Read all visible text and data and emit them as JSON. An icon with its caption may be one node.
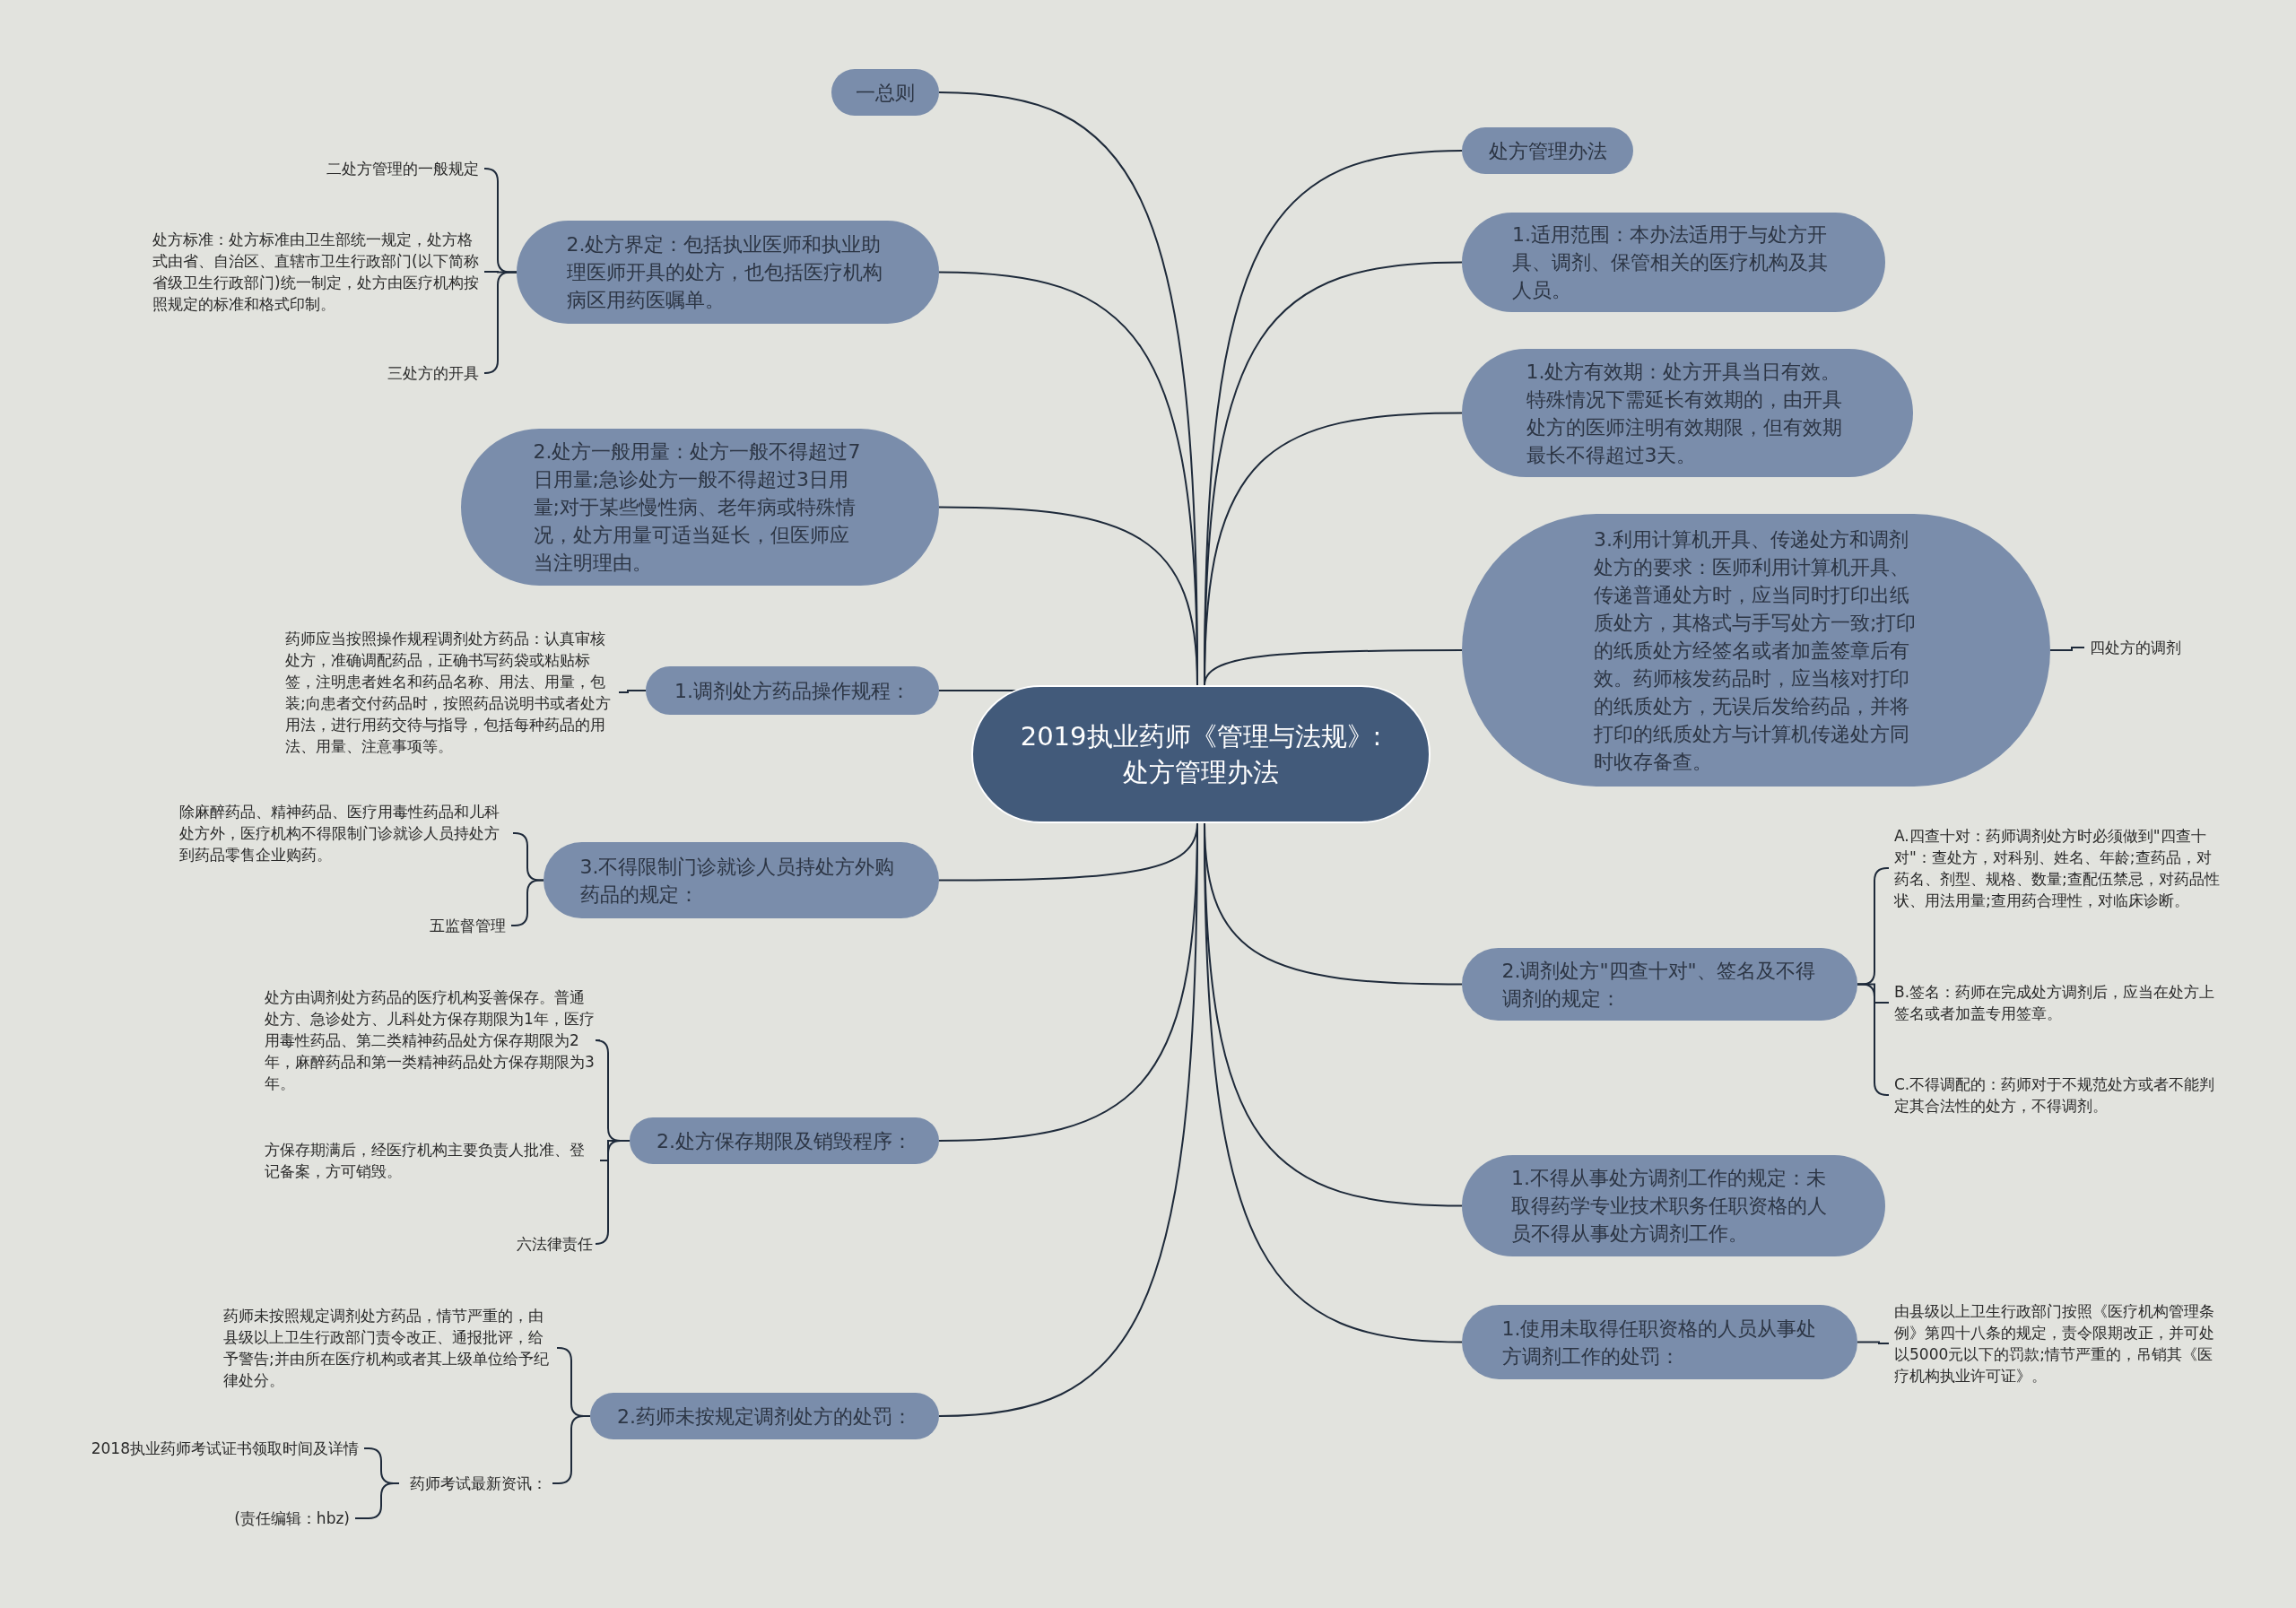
{
  "diagram": {
    "nodes": [
      {
        "text": [
          "2019执业药师《管理与法规》:处方管理办法"
        ]
      },
      {
        "text": [
          "一总则"
        ]
      },
      {
        "text": [
          "2.处方界定：包括执业医师和执业助理医师开具的处方，也包括医疗机构病区用药医嘱单。"
        ]
      },
      {
        "text": [
          "2.处方一般用量：处方一般不得超过7日用量;急诊处方一般不得超过3日用量;对于某些慢性病、老年病或特殊情况，处方用量可适当延长，但医师应当注明理由。"
        ]
      },
      {
        "text": [
          "1.调剂处方药品操作规程："
        ]
      },
      {
        "text": [
          "3.不得限制门诊就诊人员持处方外购药品的规定："
        ]
      },
      {
        "text": [
          "2.处方保存期限及销毁程序："
        ]
      },
      {
        "text": [
          "2.药师未按规定调剂处方的处罚："
        ]
      },
      {
        "text": [
          "处方管理办法"
        ]
      },
      {
        "text": [
          "1.适用范围：本办法适用于与处方开具、调剂、保管相关的医疗机构及其人员。"
        ]
      },
      {
        "text": [
          "1.处方有效期：处方开具当日有效。特殊情况下需延长有效期的，由开具处方的医师注明有效期限，但有效期最长不得超过3天。"
        ]
      },
      {
        "text": [
          "3.利用计算机开具、传递处方和调剂处方的要求：医师利用计算机开具、传递普通处方时，应当同时打印出纸质处方，其格式与手写处方一致;打印的纸质处方经签名或者加盖签章后有效。药师核发药品时，应当核对打印的纸质处方，无误后发给药品，并将打印的纸质处方与计算机传递处方同时收存备查。"
        ]
      },
      {
        "text": [
          "2.调剂处方\"四查十对\"、签名及不得调剂的规定："
        ]
      },
      {
        "text": [
          "1.不得从事处方调剂工作的规定：未取得药学专业技术职务任职资格的人员不得从事处方调剂工作。"
        ]
      },
      {
        "text": [
          "1.使用未取得任职资格的人员从事处方调剂工作的处罚："
        ]
      },
      {
        "text": [
          "二处方管理的一般规定"
        ]
      },
      {
        "text": [
          "处方标准：处方标准由卫生部统一规定，处方格式由省、自治区、直辖市卫生行政部门(以下简称省级卫生行政部门)统一制定，处方由医疗机构按照规定的标准和格式印制。"
        ]
      },
      {
        "text": [
          "三处方的开具"
        ]
      },
      {
        "text": [
          "药师应当按照操作规程调剂处方药品：认真审核处方，准确调配药品，正确书写药袋或粘贴标签，注明患者姓名和药品名称、用法、用量，包装;向患者交付药品时，按照药品说明书或者处方用法，进行用药交待与指导，包括每种药品的用法、用量、注意事项等。"
        ]
      },
      {
        "text": [
          "除麻醉药品、精神药品、医疗用毒性药品和儿科处方外，医疗机构不得限制门诊就诊人员持处方到药品零售企业购药。"
        ]
      },
      {
        "text": [
          "五监督管理"
        ]
      },
      {
        "text": [
          "处方由调剂处方药品的医疗机构妥善保存。普通处方、急诊处方、儿科处方保存期限为1年，医疗用毒性药品、第二类精神药品处方保存期限为2年，麻醉药品和第一类精神药品处方保存期限为3年。"
        ]
      },
      {
        "text": [
          "方保存期满后，经医疗机构主要负责人批准、登记备案，方可销毁。"
        ]
      },
      {
        "text": [
          "六法律责任"
        ]
      },
      {
        "text": [
          "药师未按照规定调剂处方药品，情节严重的，由县级以上卫生行政部门责令改正、通报批评，给予警告;并由所在医疗机构或者其上级单位给予纪律处分。"
        ]
      },
      {
        "text": [
          "药师考试最新资讯："
        ]
      },
      {
        "text": [
          "2018执业药师考试证书领取时间及详情"
        ]
      },
      {
        "text": [
          "(责任编辑：hbz)"
        ]
      },
      {
        "text": [
          "四处方的调剂"
        ]
      },
      {
        "text": [
          "A.四查十对：药师调剂处方时必须做到\"四查十对\"：查处方，对科别、姓名、年龄;查药品，对药名、剂型、规格、数量;查配伍禁忌，对药品性状、用法用量;查用药合理性，对临床诊断。"
        ]
      },
      {
        "text": [
          "B.签名：药师在完成处方调剂后，应当在处方上签名或者加盖专用签章。"
        ]
      },
      {
        "text": [
          "C.不得调配的：药师对于不规范处方或者不能判定其合法性的处方，不得调剂。"
        ]
      },
      {
        "text": [
          "由县级以上卫生行政部门按照《医疗机构管理条例》第四十八条的规定，责令限期改正，并可处以5000元以下的罚款;情节严重的，吊销其《医疗机构执业许可证》。"
        ]
      }
    ],
    "edges": [
      {
        "from": 0,
        "to": 1,
        "arrow": "none"
      },
      {
        "from": 0,
        "to": 2,
        "arrow": "none"
      },
      {
        "from": 0,
        "to": 3,
        "arrow": "none"
      },
      {
        "from": 0,
        "to": 4,
        "arrow": "none"
      },
      {
        "from": 0,
        "to": 5,
        "arrow": "none"
      },
      {
        "from": 0,
        "to": 6,
        "arrow": "none"
      },
      {
        "from": 0,
        "to": 7,
        "arrow": "none"
      },
      {
        "from": 0,
        "to": 8,
        "arrow": "none"
      },
      {
        "from": 0,
        "to": 9,
        "arrow": "none"
      },
      {
        "from": 0,
        "to": 10,
        "arrow": "none"
      },
      {
        "from": 0,
        "to": 11,
        "arrow": "none"
      },
      {
        "from": 0,
        "to": 12,
        "arrow": "none"
      },
      {
        "from": 0,
        "to": 13,
        "arrow": "none"
      },
      {
        "from": 0,
        "to": 14,
        "arrow": "none"
      },
      {
        "from": 2,
        "to": 15,
        "arrow": "none"
      },
      {
        "from": 2,
        "to": 16,
        "arrow": "none"
      },
      {
        "from": 2,
        "to": 17,
        "arrow": "none"
      },
      {
        "from": 4,
        "to": 18,
        "arrow": "none"
      },
      {
        "from": 5,
        "to": 19,
        "arrow": "none"
      },
      {
        "from": 5,
        "to": 20,
        "arrow": "none"
      },
      {
        "from": 6,
        "to": 21,
        "arrow": "none"
      },
      {
        "from": 6,
        "to": 22,
        "arrow": "none"
      },
      {
        "from": 6,
        "to": 23,
        "arrow": "none"
      },
      {
        "from": 7,
        "to": 24,
        "arrow": "none"
      },
      {
        "from": 7,
        "to": 25,
        "arrow": "none"
      },
      {
        "from": 25,
        "to": 26,
        "arrow": "none"
      },
      {
        "from": 25,
        "to": 27,
        "arrow": "none"
      },
      {
        "from": 11,
        "to": 28,
        "arrow": "none"
      },
      {
        "from": 12,
        "to": 29,
        "arrow": "none"
      },
      {
        "from": 12,
        "to": 30,
        "arrow": "none"
      },
      {
        "from": 12,
        "to": 31,
        "arrow": "none"
      },
      {
        "from": 14,
        "to": 32,
        "arrow": "none"
      }
    ]
  }
}
